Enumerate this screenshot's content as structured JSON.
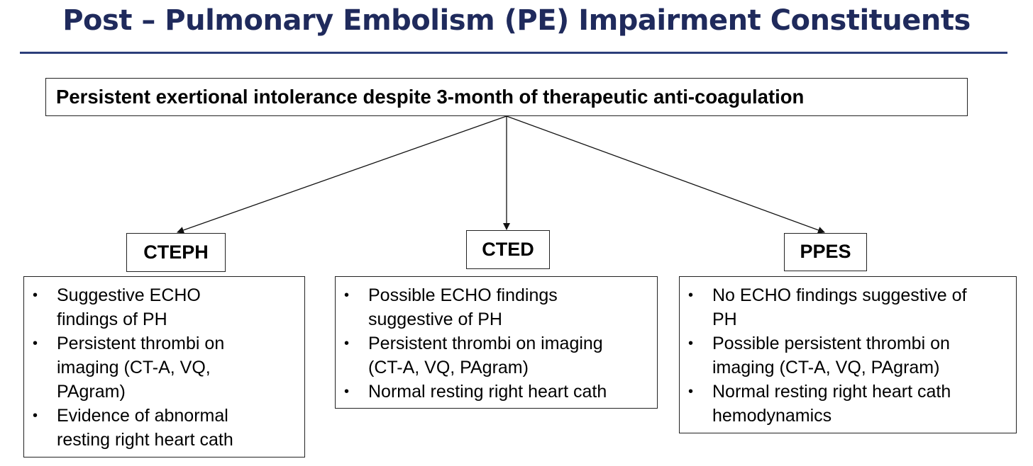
{
  "title": "Post – Pulmonary Embolism (PE) Impairment Constituents",
  "top_box": {
    "text": "Persistent exertional intolerance despite 3-month of therapeutic anti-coagulation"
  },
  "branches": [
    {
      "label": "CTEPH",
      "bullets": [
        "Suggestive ECHO\nfindings of PH",
        "Persistent thrombi on\nimaging (CT-A, VQ,\nPAgram)",
        "Evidence of abnormal\nresting right heart cath"
      ]
    },
    {
      "label": "CTED",
      "bullets": [
        "Possible ECHO findings\nsuggestive of PH",
        "Persistent thrombi on imaging\n(CT-A, VQ, PAgram)",
        "Normal resting right heart cath"
      ]
    },
    {
      "label": "PPES",
      "bullets": [
        "No ECHO findings suggestive of\nPH",
        "Possible persistent thrombi on\nimaging (CT-A, VQ, PAgram)",
        "Normal resting right heart cath\nhemodynamics"
      ]
    }
  ],
  "colors": {
    "title": "#1f2a5c",
    "rule": "#2c3e7a",
    "border": "#222222"
  }
}
